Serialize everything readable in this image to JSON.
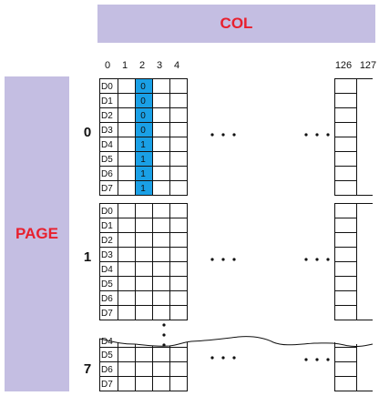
{
  "col_label": "COL",
  "page_label": "PAGE",
  "col_numbers": [
    "0",
    "1",
    "2",
    "3",
    "4",
    "126",
    "127"
  ],
  "pages": [
    {
      "label": "0",
      "rows": [
        "D0",
        "D1",
        "D2",
        "D3",
        "D4",
        "D5",
        "D6",
        "D7"
      ]
    },
    {
      "label": "1",
      "rows": [
        "D0",
        "D1",
        "D2",
        "D3",
        "D4",
        "D5",
        "D6",
        "D7"
      ]
    },
    {
      "label": "7",
      "rows": [
        "D4",
        "D5",
        "D6",
        "D7"
      ]
    }
  ],
  "highlight_bits": [
    "0",
    "0",
    "0",
    "0",
    "1",
    "1",
    "1",
    "1"
  ],
  "colors": {
    "band": "#c4bee2",
    "label_text": "#e8202e",
    "highlight": "#1aa0e6"
  }
}
